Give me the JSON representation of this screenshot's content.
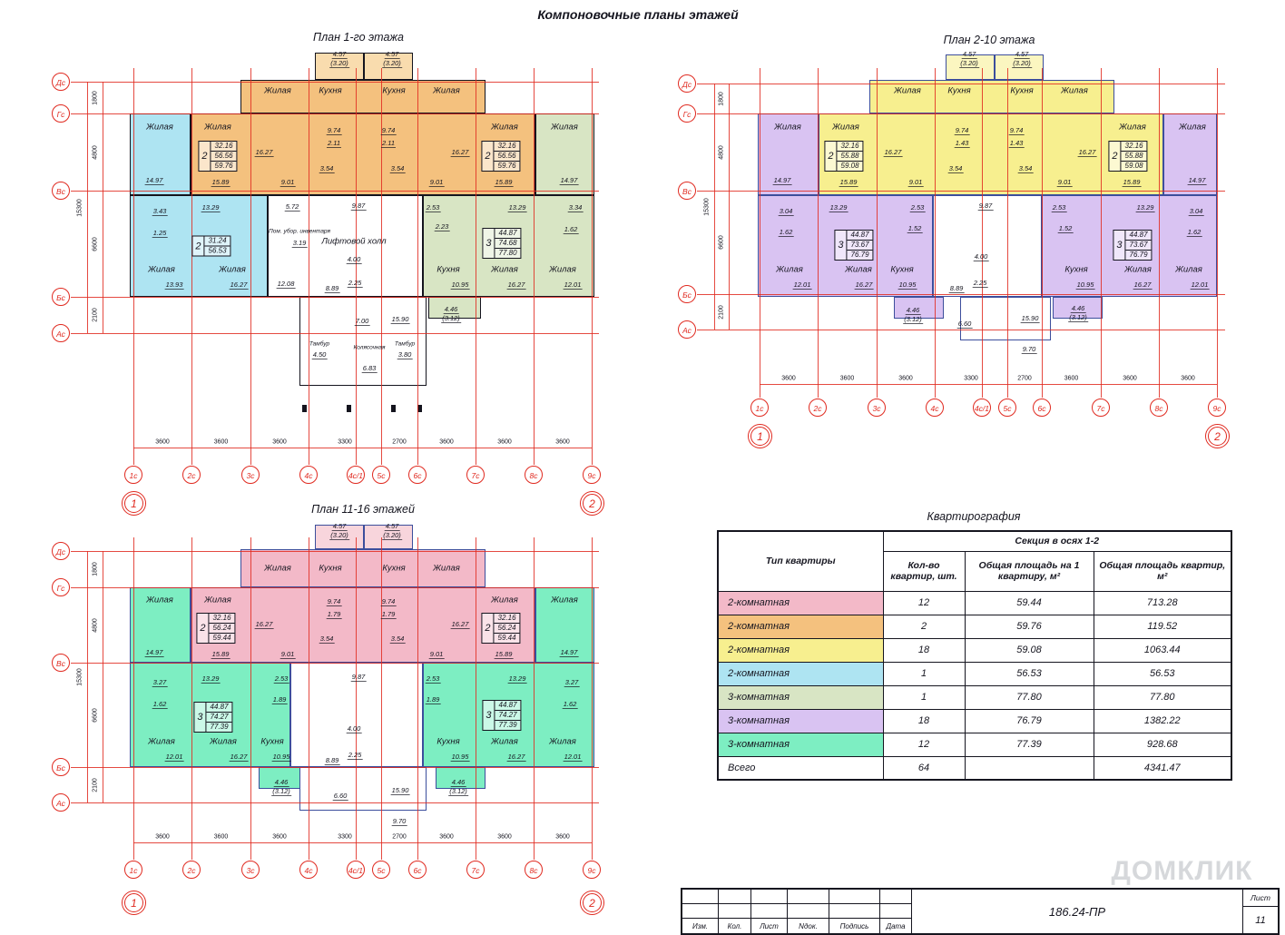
{
  "page": {
    "title": "Компоновочные планы этажей",
    "doc_number": "186.24-ПР",
    "sheet_label": "Лист",
    "sheet_number": "11",
    "watermark": "ДОМКЛИК"
  },
  "colors": {
    "axis_red": "#e02a20",
    "wall_dark": "#14141e",
    "wall_blue": "#3c4e9c",
    "orange": "#f4c17e",
    "orange_light": "#f9dcae",
    "yellow": "#f7ef8f",
    "yellow_light": "#fbf6c0",
    "cyan": "#aee4f2",
    "pale_green": "#d8e5c4",
    "purple": "#d9c3f2",
    "pink": "#f3b9c8",
    "pink_light": "#f8d5dc",
    "mint": "#7deec2"
  },
  "axes": {
    "bottom_labels": [
      "1с",
      "2с",
      "3с",
      "4с",
      "4с/1",
      "5с",
      "6с",
      "7с",
      "8с",
      "9с"
    ],
    "side_labels": [
      "Дс",
      "Гс",
      "Вс",
      "Бс",
      "Ас"
    ],
    "section_markers": [
      "1",
      "2"
    ],
    "bottom_dims": [
      "3600",
      "3600",
      "3600",
      "3300",
      "2700",
      "3600",
      "3600",
      "3600"
    ],
    "side_dims": [
      "1800",
      "4800",
      "6600",
      "2100"
    ],
    "side_total": "15300"
  },
  "plans": [
    {
      "title": "План 1-го этажа",
      "texts": [
        "4.57",
        "(3.20)",
        "4.57",
        "(3.20)",
        "Жилая",
        "Кухня",
        "Кухня",
        "Жилая",
        "Жилая",
        "Жилая",
        "Жилая",
        "Жилая",
        "9.74",
        "9.74",
        "2.11",
        "2.11",
        "16.27",
        "16.27",
        "3.54",
        "3.54",
        "14.97",
        "15.89",
        "9.01",
        "9.01",
        "15.89",
        "14.97",
        "3.43",
        "13.29",
        "1.25",
        "5.72",
        "9.87",
        "2.53",
        "2.23",
        "13.29",
        "3.34",
        "1.62",
        "Пом. убор. инвентаря",
        "3.19",
        "Лифтовой холл",
        "4.00",
        "Жилая",
        "13.93",
        "Жилая",
        "16.27",
        "12.08",
        "8.89",
        "2.25",
        "Кухня",
        "10.95",
        "Жилая",
        "16.27",
        "Жилая",
        "12.01",
        "4.46",
        "(3.12)",
        "7.00",
        "15.90",
        "Тамбур",
        "4.50",
        "Колясочная",
        "6.83",
        "Тамбур",
        "3.80"
      ],
      "stamps": [
        {
          "type": "2",
          "areas": [
            "32.16",
            "56.56",
            "59.76"
          ]
        },
        {
          "type": "2",
          "areas": [
            "32.16",
            "56.56",
            "59.76"
          ]
        },
        {
          "type": "2",
          "areas": [
            "31.24",
            "56.53"
          ]
        },
        {
          "type": "3",
          "areas": [
            "44.87",
            "74.68",
            "77.80"
          ]
        }
      ]
    },
    {
      "title": "План 2-10 этажа",
      "texts": [
        "4.57",
        "(3.20)",
        "4.57",
        "(3.20)",
        "Жилая",
        "Кухня",
        "Кухня",
        "Жилая",
        "Жилая",
        "Жилая",
        "Жилая",
        "Жилая",
        "9.74",
        "9.74",
        "1.43",
        "1.43",
        "16.27",
        "16.27",
        "3.54",
        "3.54",
        "14.97",
        "15.89",
        "9.01",
        "9.01",
        "15.89",
        "14.97",
        "3.04",
        "13.29",
        "1.62",
        "2.53",
        "1.52",
        "9.87",
        "2.53",
        "1.52",
        "13.29",
        "3.04",
        "1.62",
        "4.00",
        "Жилая",
        "12.01",
        "Жилая",
        "16.27",
        "Кухня",
        "10.95",
        "8.89",
        "2.25",
        "Кухня",
        "10.95",
        "Жилая",
        "16.27",
        "Жилая",
        "12.01",
        "4.46",
        "(3.12)",
        "4.46",
        "(3.12)",
        "6.60",
        "15.90",
        "9.70"
      ],
      "stamps": [
        {
          "type": "2",
          "areas": [
            "32.16",
            "55.88",
            "59.08"
          ]
        },
        {
          "type": "2",
          "areas": [
            "32.16",
            "55.88",
            "59.08"
          ]
        },
        {
          "type": "3",
          "areas": [
            "44.87",
            "73.67",
            "76.79"
          ]
        },
        {
          "type": "3",
          "areas": [
            "44.87",
            "73.67",
            "76.79"
          ]
        }
      ]
    },
    {
      "title": "План 11-16 этажей",
      "texts": [
        "4.57",
        "(3.20)",
        "4.57",
        "(3.20)",
        "Жилая",
        "Кухня",
        "Кухня",
        "Жилая",
        "Жилая",
        "Жилая",
        "Жилая",
        "Жилая",
        "9.74",
        "9.74",
        "1.79",
        "1.79",
        "16.27",
        "16.27",
        "3.54",
        "3.54",
        "14.97",
        "15.89",
        "9.01",
        "9.01",
        "15.89",
        "14.97",
        "3.27",
        "13.29",
        "1.62",
        "2.53",
        "1.89",
        "9.87",
        "2.53",
        "1.89",
        "13.29",
        "3.27",
        "1.62",
        "4.00",
        "Жилая",
        "12.01",
        "Жилая",
        "16.27",
        "Кухня",
        "10.95",
        "8.89",
        "2.25",
        "Кухня",
        "10.95",
        "Жилая",
        "16.27",
        "Жилая",
        "12.01",
        "4.46",
        "(3.12)",
        "4.46",
        "(3.12)",
        "6.60",
        "15.90",
        "9.70"
      ],
      "stamps": [
        {
          "type": "2",
          "areas": [
            "32.16",
            "56.24",
            "59.44"
          ]
        },
        {
          "type": "2",
          "areas": [
            "32.16",
            "56.24",
            "59.44"
          ]
        },
        {
          "type": "3",
          "areas": [
            "44.87",
            "74.27",
            "77.39"
          ]
        },
        {
          "type": "3",
          "areas": [
            "44.87",
            "74.27",
            "77.39"
          ]
        }
      ]
    }
  ],
  "table": {
    "title": "Квартирография",
    "col1_header": "Тип квартиры",
    "section_header": "Секция в осях 1-2",
    "sub_headers": [
      "Кол-во квартир, шт.",
      "Общая площадь на 1 квартиру, м²",
      "Общая площадь квартир, м²"
    ],
    "rows": [
      {
        "type": "2-комнатная",
        "color": "pink",
        "count": "12",
        "per": "59.44",
        "total": "713.28"
      },
      {
        "type": "2-комнатная",
        "color": "orange",
        "count": "2",
        "per": "59.76",
        "total": "119.52"
      },
      {
        "type": "2-комнатная",
        "color": "yellow",
        "count": "18",
        "per": "59.08",
        "total": "1063.44"
      },
      {
        "type": "2-комнатная",
        "color": "cyan",
        "count": "1",
        "per": "56.53",
        "total": "56.53"
      },
      {
        "type": "3-комнатная",
        "color": "pale_green",
        "count": "1",
        "per": "77.80",
        "total": "77.80"
      },
      {
        "type": "3-комнатная",
        "color": "purple",
        "count": "18",
        "per": "76.79",
        "total": "1382.22"
      },
      {
        "type": "3-комнатная",
        "color": "mint",
        "count": "12",
        "per": "77.39",
        "total": "928.68"
      }
    ],
    "total_row": {
      "type": "Всего",
      "count": "64",
      "per": "",
      "total": "4341.47"
    }
  },
  "titleblock": {
    "columns": [
      "Изм.",
      "Кол.",
      "Лист",
      "Nдок.",
      "Подпись",
      "Дата"
    ]
  }
}
